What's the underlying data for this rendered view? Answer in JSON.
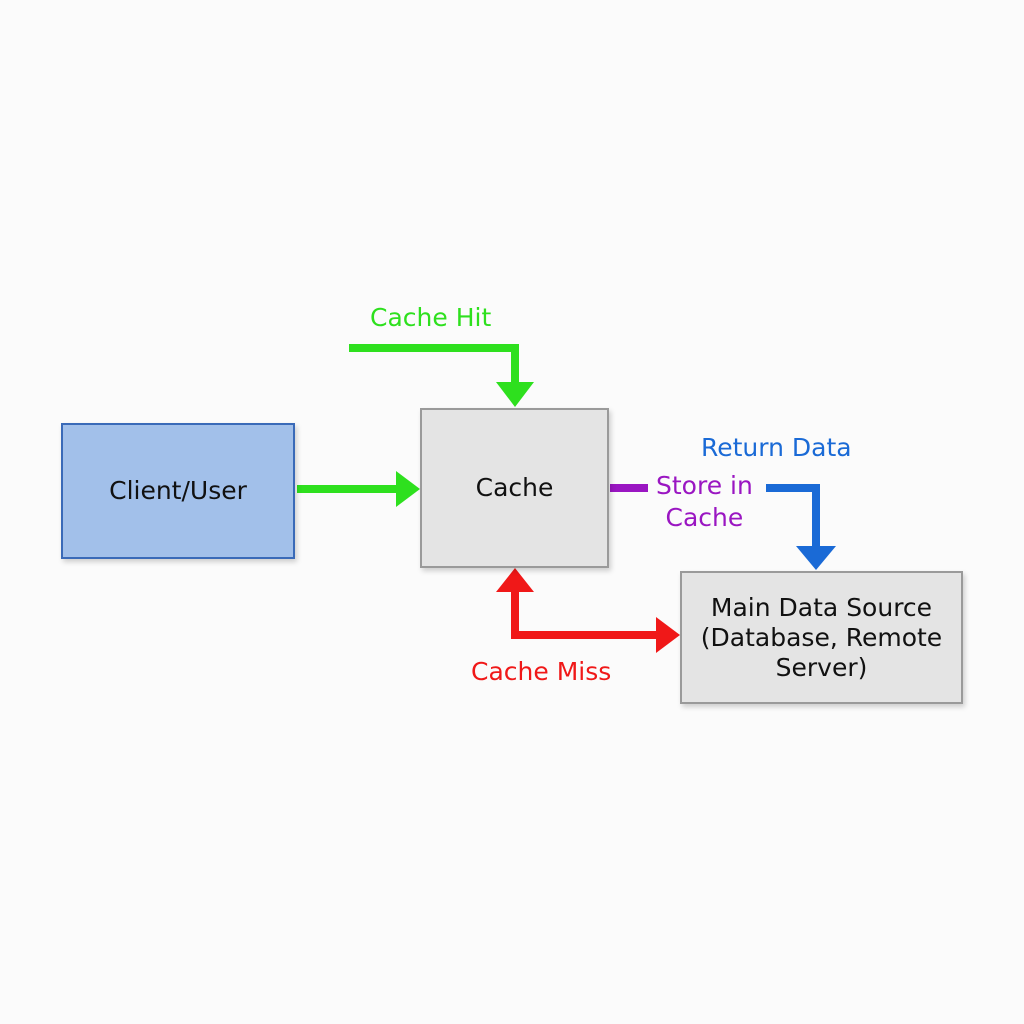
{
  "diagram": {
    "nodes": {
      "client": {
        "label": "Client/User",
        "fill": "#a2c0ea",
        "border": "#3a6ab8"
      },
      "cache": {
        "label": "Cache",
        "fill": "#e4e4e4",
        "border": "#9a9a9a"
      },
      "source": {
        "label": "Main Data Source\n(Database, Remote\nServer)",
        "fill": "#e4e4e4",
        "border": "#9a9a9a"
      }
    },
    "edges": {
      "cache_hit": {
        "label": "Cache Hit",
        "color": "#2ee01e"
      },
      "return_data": {
        "label": "Return Data",
        "color": "#1a6ad6"
      },
      "store_in_cache": {
        "label": "Store in\nCache",
        "color": "#9a16c2"
      },
      "cache_miss": {
        "label": "Cache Miss",
        "color": "#f01818"
      },
      "client_to_cache": {
        "color": "#2ee01e"
      }
    }
  }
}
